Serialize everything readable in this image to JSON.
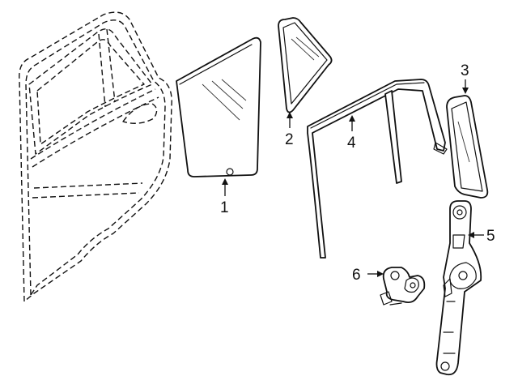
{
  "diagram": {
    "line_color": "#111111",
    "background": "#ffffff",
    "callouts": [
      {
        "id": "1",
        "label": "1"
      },
      {
        "id": "2",
        "label": "2"
      },
      {
        "id": "3",
        "label": "3"
      },
      {
        "id": "4",
        "label": "4"
      },
      {
        "id": "5",
        "label": "5"
      },
      {
        "id": "6",
        "label": "6"
      }
    ]
  }
}
